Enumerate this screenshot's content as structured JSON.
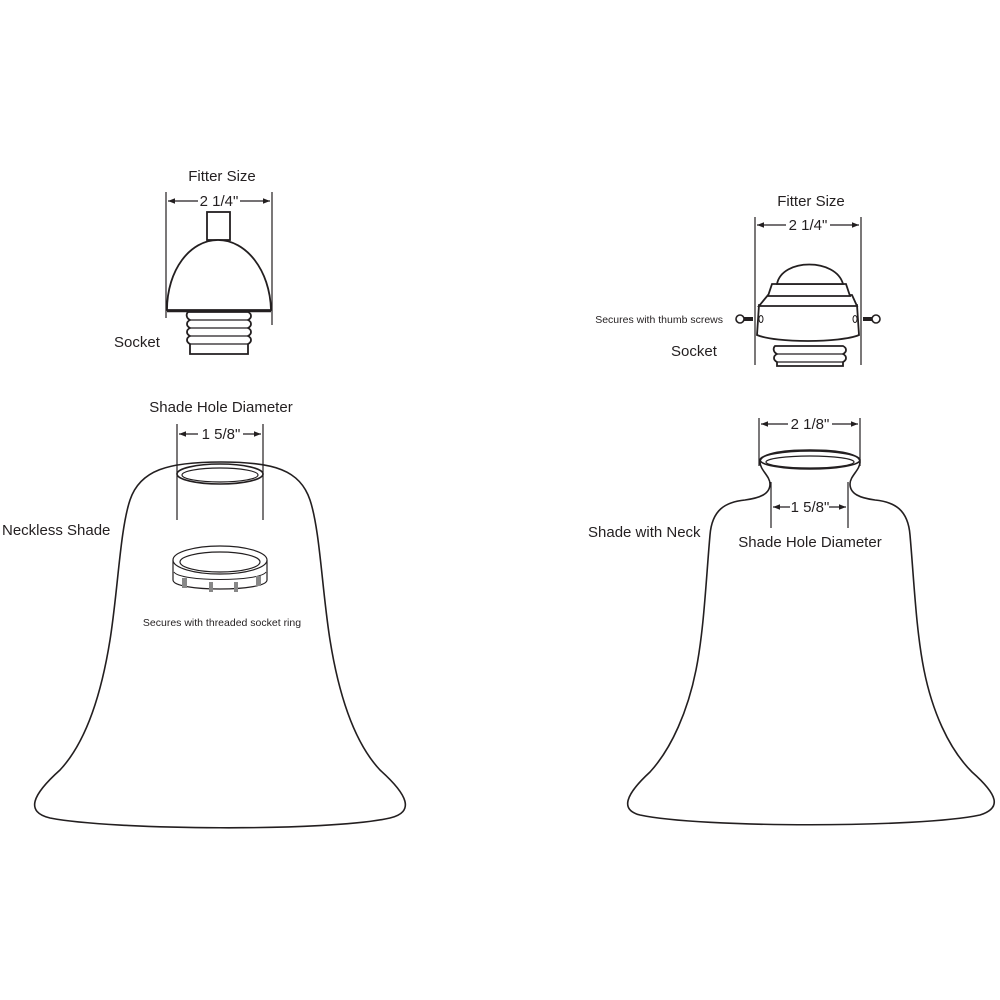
{
  "left_diagram": {
    "fitter_label": "Fitter Size",
    "fitter_dimension": "2 1/4\"",
    "socket_label": "Socket",
    "hole_label": "Shade Hole Diameter",
    "hole_dimension": "1 5/8\"",
    "shade_label": "Neckless Shade",
    "ring_note": "Secures with threaded socket ring"
  },
  "right_diagram": {
    "fitter_label": "Fitter Size",
    "fitter_dimension": "2 1/4\"",
    "screws_note": "Secures with thumb screws",
    "socket_label": "Socket",
    "neck_dimension": "2 1/8\"",
    "hole_dimension": "1 5/8\"",
    "hole_label": "Shade Hole Diameter",
    "shade_label": "Shade with Neck"
  },
  "colors": {
    "line": "#231f20",
    "background": "#ffffff"
  }
}
